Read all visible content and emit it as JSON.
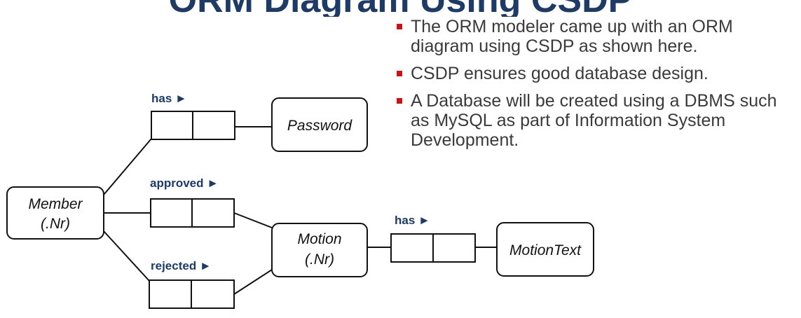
{
  "slide": {
    "title": "ORM Diagram Using CSDP",
    "bullets": [
      "The ORM modeler came up with an ORM diagram using CSDP as shown here.",
      "CSDP ensures good database design.",
      "A Database will be created using a DBMS such as MySQL as part of Information System Development."
    ],
    "bullet_color": "#c0161c"
  },
  "diagram": {
    "entities": {
      "member": [
        "Member",
        "(.Nr)"
      ],
      "password": [
        "Password"
      ],
      "motion": [
        "Motion",
        "(.Nr)"
      ],
      "motion_text": [
        "MotionText"
      ]
    },
    "readings": {
      "has_password": "has ►",
      "approved": "approved ►",
      "rejected": "rejected ►",
      "has_text": "has ►"
    },
    "reading_color": "#1f3a63"
  }
}
